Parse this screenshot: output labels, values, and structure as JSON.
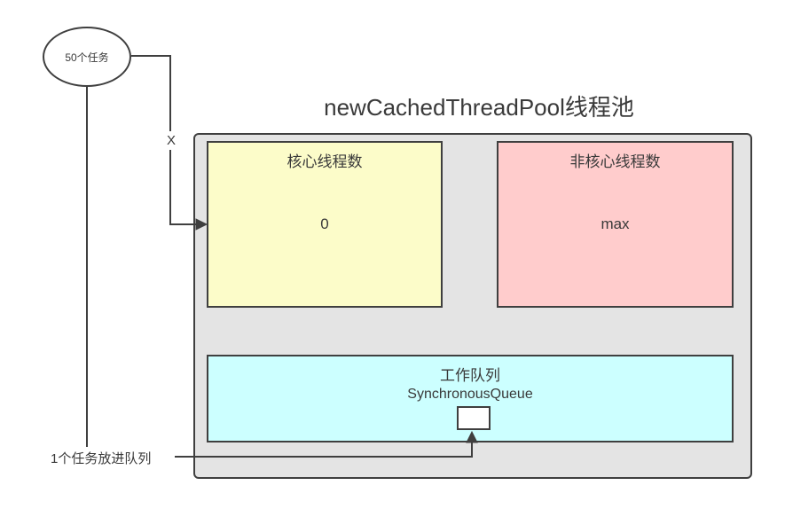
{
  "diagram": {
    "title": "newCachedThreadPool线程池",
    "task_ellipse": {
      "label": "50个任务"
    },
    "reject_label": "X",
    "enqueue_label": "1个任务放进队列",
    "pool": {
      "core": {
        "title": "核心线程数",
        "value": "0"
      },
      "non_core": {
        "title": "非核心线程数",
        "value": "max"
      },
      "queue": {
        "title": "工作队列",
        "subtitle": "SynchronousQueue"
      }
    },
    "colors": {
      "core_fill": "#fcfcc9",
      "non_core_fill": "#ffcccc",
      "queue_fill": "#ccffff",
      "container_fill": "#e4e4e4",
      "stroke": "#3f3f3f"
    }
  }
}
